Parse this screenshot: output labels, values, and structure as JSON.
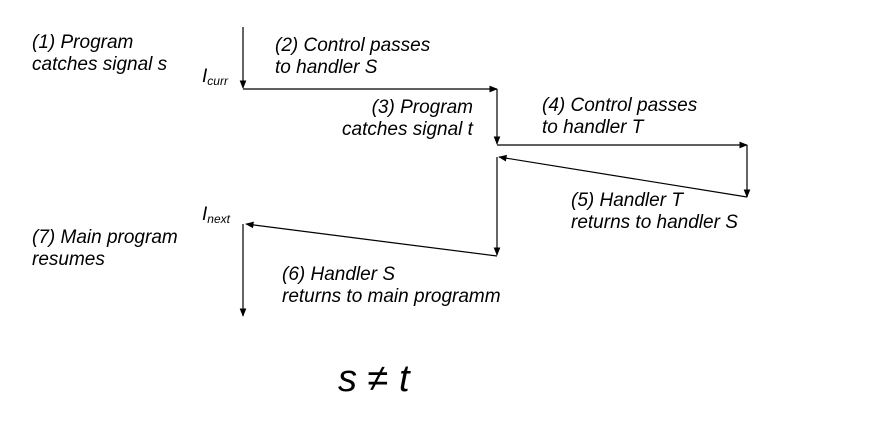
{
  "steps": {
    "s1": {
      "line1": "(1) Program",
      "line2": "catches signal s"
    },
    "s2": {
      "line1": "(2) Control passes",
      "line2": "to handler  S"
    },
    "s3": {
      "line1": "(3) Program",
      "line2": "catches signal t"
    },
    "s4": {
      "line1": "(4) Control passes",
      "line2": "to handler  T"
    },
    "s5": {
      "line1": "(5) Handler T",
      "line2": "returns to handler S"
    },
    "s6": {
      "line1": "(6) Handler S",
      "line2": "returns to main programm"
    },
    "s7": {
      "line1": "(7) Main program",
      "line2": "resumes"
    }
  },
  "instructions": {
    "curr": {
      "base": "I",
      "sub": "curr"
    },
    "next": {
      "base": "I",
      "sub": "next"
    }
  },
  "condition": "s ≠ t"
}
